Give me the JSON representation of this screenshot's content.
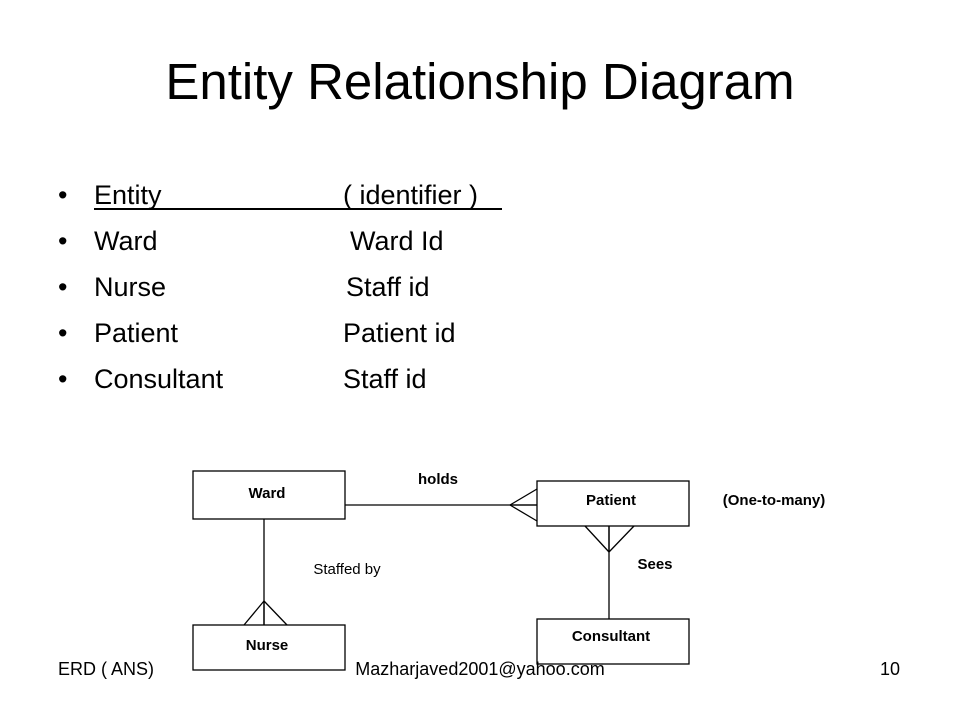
{
  "slide": {
    "title": "Entity Relationship Diagram",
    "bullets": [
      {
        "col1": "Entity",
        "col2": "( identifier )",
        "header": true
      },
      {
        "col1": "Ward",
        "col2": "Ward Id"
      },
      {
        "col1": "Nurse",
        "col2": "Staff id"
      },
      {
        "col1": "Patient",
        "col2": "Patient id"
      },
      {
        "col1": "Consultant",
        "col2": "Staff id"
      }
    ],
    "bullet_glyph": "•"
  },
  "diagram": {
    "entities": {
      "ward": "Ward",
      "patient": "Patient",
      "nurse": "Nurse",
      "consultant": "Consultant"
    },
    "relationships": {
      "holds": "holds",
      "staffed_by": "Staffed by",
      "sees": "Sees"
    },
    "note": "(One-to-many)"
  },
  "footer": {
    "left": "ERD ( ANS)",
    "center": "Mazharjaved2001@yahoo.com",
    "page": "10"
  }
}
